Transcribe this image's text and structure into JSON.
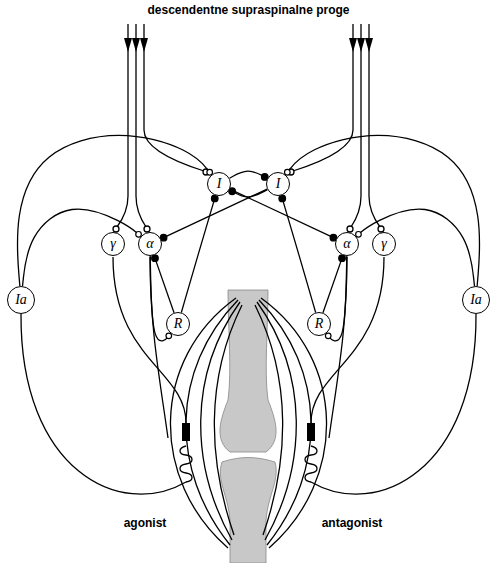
{
  "diagram": {
    "title": "descendentne supraspinalne proge",
    "nodes": [
      {
        "text": [
          "I"
        ]
      },
      {
        "text": [
          "I"
        ]
      },
      {
        "text": [
          "Ia"
        ]
      },
      {
        "text": [
          "γ"
        ]
      },
      {
        "text": [
          "α"
        ]
      },
      {
        "text": [
          "α"
        ]
      },
      {
        "text": [
          "γ"
        ]
      },
      {
        "text": [
          "Ia"
        ]
      },
      {
        "text": [
          "R"
        ]
      },
      {
        "text": [
          "R"
        ]
      }
    ],
    "edges": [
      {
        "from": 2,
        "to": 4,
        "arrow": "to"
      },
      {
        "from": 2,
        "to": 0,
        "arrow": "to"
      },
      {
        "from": 7,
        "to": 5,
        "arrow": "to"
      },
      {
        "from": 7,
        "to": 1,
        "arrow": "to"
      },
      {
        "from": 0,
        "to": 5,
        "arrow": "to"
      },
      {
        "from": 1,
        "to": 4,
        "arrow": "to"
      },
      {
        "from": 0,
        "to": 1,
        "arrow": "to"
      },
      {
        "from": 1,
        "to": 0,
        "arrow": "to"
      },
      {
        "from": 8,
        "to": 0,
        "arrow": "to"
      },
      {
        "from": 9,
        "to": 1,
        "arrow": "to"
      },
      {
        "from": 8,
        "to": 4,
        "arrow": "to"
      },
      {
        "from": 9,
        "to": 5,
        "arrow": "to"
      },
      {
        "from": 4,
        "to": 8,
        "arrow": "to"
      },
      {
        "from": 5,
        "to": 9,
        "arrow": "to"
      }
    ],
    "labels": [
      "agonist",
      "antagonist"
    ]
  }
}
